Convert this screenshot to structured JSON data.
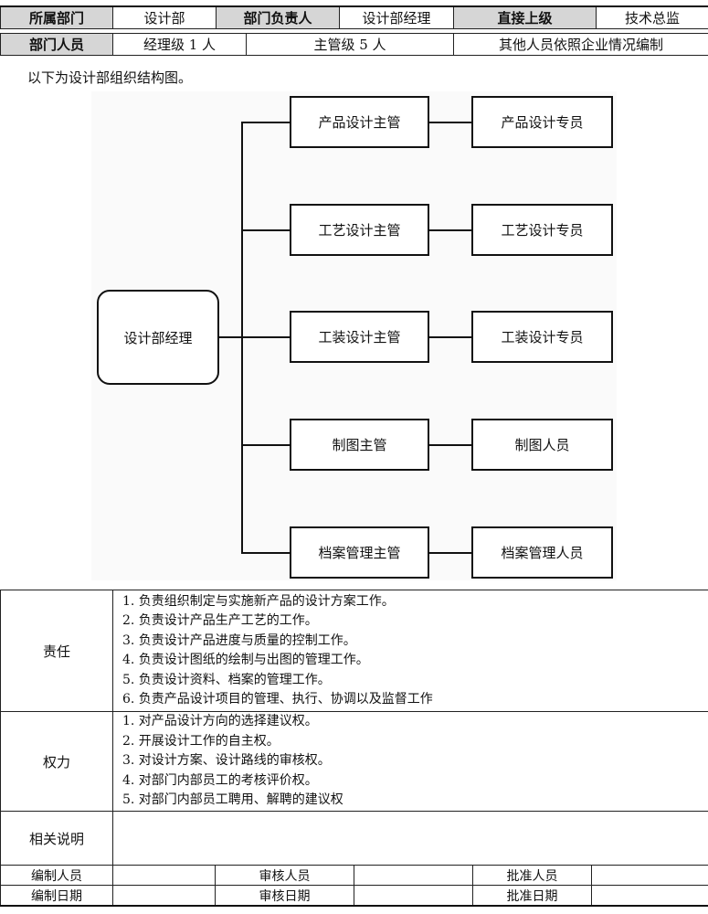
{
  "header": {
    "dept_label": "所属部门",
    "dept_value": "设计部",
    "head_label": "部门负责人",
    "head_value": "设计部经理",
    "superior_label": "直接上级",
    "superior_value": "技术总监",
    "staff_label": "部门人员",
    "staff_manager": "经理级 1 人",
    "staff_supervisor": "主管级 5 人",
    "staff_other": "其他人员依照企业情况编制"
  },
  "intro": "以下为设计部组织结构图。",
  "org": {
    "root": "设计部经理",
    "rows": [
      {
        "supervisor": "产品设计主管",
        "staff": "产品设计专员"
      },
      {
        "supervisor": "工艺设计主管",
        "staff": "工艺设计专员"
      },
      {
        "supervisor": "工装设计主管",
        "staff": "工装设计专员"
      },
      {
        "supervisor": "制图主管",
        "staff": "制图人员"
      },
      {
        "supervisor": "档案管理主管",
        "staff": "档案管理人员"
      }
    ]
  },
  "responsibility": {
    "label": "责任",
    "items": [
      "1. 负责组织制定与实施新产品的设计方案工作。",
      "2. 负责设计产品生产工艺的工作。",
      "3. 负责设计产品进度与质量的控制工作。",
      "4. 负责设计图纸的绘制与出图的管理工作。",
      "5. 负责设计资料、档案的管理工作。",
      "6. 负责产品设计项目的管理、执行、协调以及监督工作"
    ]
  },
  "authority": {
    "label": "权力",
    "items": [
      "1. 对产品设计方向的选择建议权。",
      "2. 开展设计工作的自主权。",
      "3. 对设计方案、设计路线的审核权。",
      "4. 对部门内部员工的考核评价权。",
      "5. 对部门内部员工聘用、解聘的建议权"
    ]
  },
  "notes": {
    "label": "相关说明",
    "value": ""
  },
  "sign": {
    "prepared_by": "编制人员",
    "reviewed_by": "审核人员",
    "approved_by": "批准人员",
    "prepared_date": "编制日期",
    "reviewed_date": "审核日期",
    "approved_date": "批准日期"
  }
}
